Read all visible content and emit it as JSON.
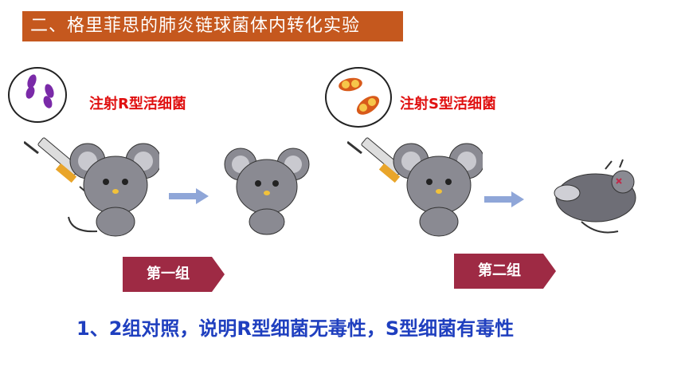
{
  "title": "二、格里菲思的肺炎链球菌体内转化实验",
  "left_label": "注射R型活细菌",
  "right_label": "注射S型活细菌",
  "group1": "第一组",
  "group2": "第二组",
  "conclusion": "1、2组对照，说明R型细菌无毒性，S型细菌有毒性",
  "colors": {
    "title_bg": "#c5581e",
    "label_red": "#e01010",
    "conclusion_blue": "#1f3fbf",
    "tag_bg": "#9e2a44"
  }
}
